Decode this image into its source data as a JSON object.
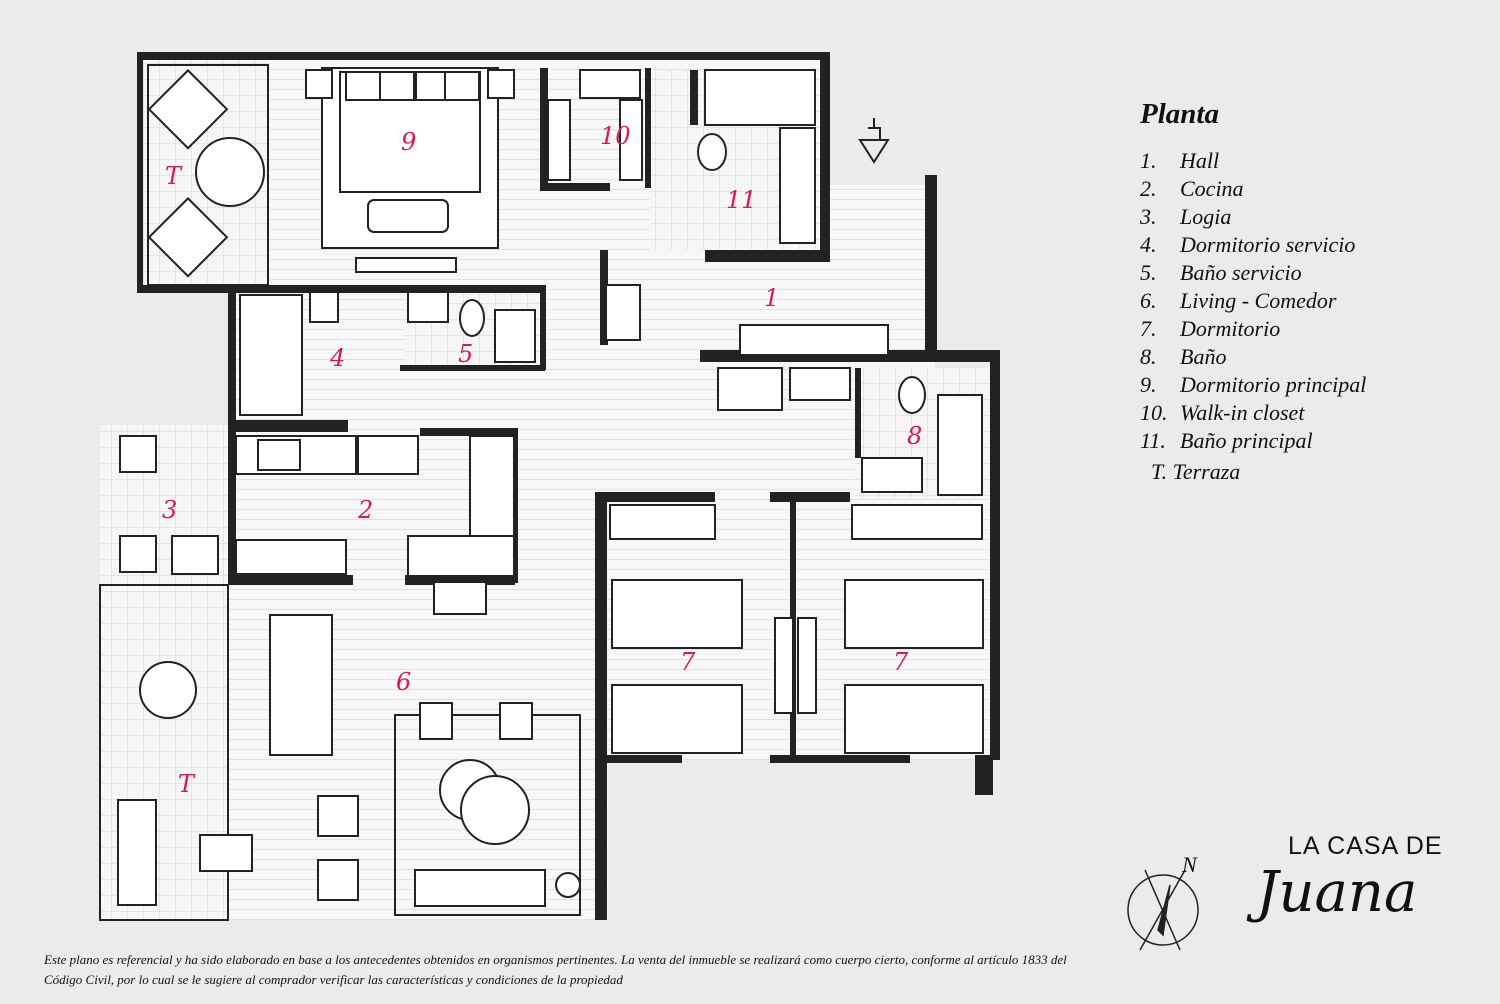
{
  "legend": {
    "title": "Planta",
    "items": [
      {
        "num": "1.",
        "label": "Hall"
      },
      {
        "num": "2.",
        "label": "Cocina"
      },
      {
        "num": "3.",
        "label": "Logia"
      },
      {
        "num": "4.",
        "label": "Dormitorio servicio"
      },
      {
        "num": "5.",
        "label": "Baño servicio"
      },
      {
        "num": "6.",
        "label": "Living - Comedor"
      },
      {
        "num": "7.",
        "label": "Dormitorio"
      },
      {
        "num": "8.",
        "label": "Baño"
      },
      {
        "num": "9.",
        "label": "Dormitorio principal"
      },
      {
        "num": "10.",
        "label": "Walk-in closet"
      },
      {
        "num": "11.",
        "label": "Baño principal"
      }
    ],
    "terrace": "T. Terraza"
  },
  "room_labels": {
    "hall": "1",
    "kitchen": "2",
    "logia": "3",
    "service_bedroom": "4",
    "service_bath": "5",
    "living": "6",
    "bedroom_a": "7",
    "bedroom_b": "7",
    "bath": "8",
    "master_bedroom": "9",
    "walkin": "10",
    "master_bath": "11",
    "terrace_top": "T",
    "terrace_bottom": "T"
  },
  "compass": {
    "north": "N"
  },
  "brand": {
    "line1": "LA CASA DE",
    "line2": "Juana"
  },
  "disclaimer": "Este plano es referencial y ha sido elaborado en base a los antecedentes obtenidos en organismos pertinentes.  La venta del inmueble se realizará como cuerpo cierto, conforme al artículo 1833 del Código Civil, por lo cual se le sugiere al comprador verificar las características y condiciones de la propiedad",
  "colors": {
    "wall": "#222222",
    "room_label": "#d6195b",
    "background": "#ebebeb"
  }
}
